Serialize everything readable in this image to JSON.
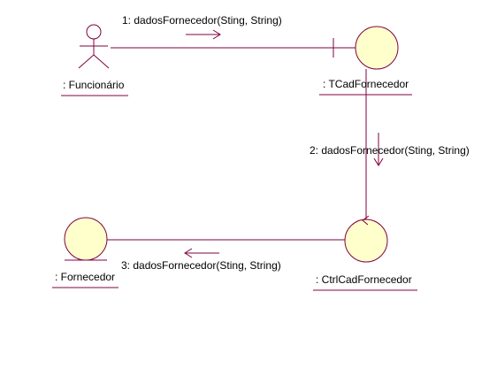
{
  "colors": {
    "line": "#800040",
    "object_fill": "#ffffcc",
    "object_stroke": "#800040",
    "underline": "#800040"
  },
  "objects": {
    "funcionario": {
      "label": ": Funcionário",
      "kind": "actor"
    },
    "tcad": {
      "label": ": TCadFornecedor",
      "kind": "boundary"
    },
    "ctrl": {
      "label": ": CtrlCadFornecedor",
      "kind": "control"
    },
    "fornecedor": {
      "label": ": Fornecedor",
      "kind": "entity"
    }
  },
  "messages": [
    {
      "label": "1: dadosFornecedor(Sting, String)"
    },
    {
      "label": "2: dadosFornecedor(Sting, String)"
    },
    {
      "label": "3: dadosFornecedor(Sting, String)"
    }
  ]
}
